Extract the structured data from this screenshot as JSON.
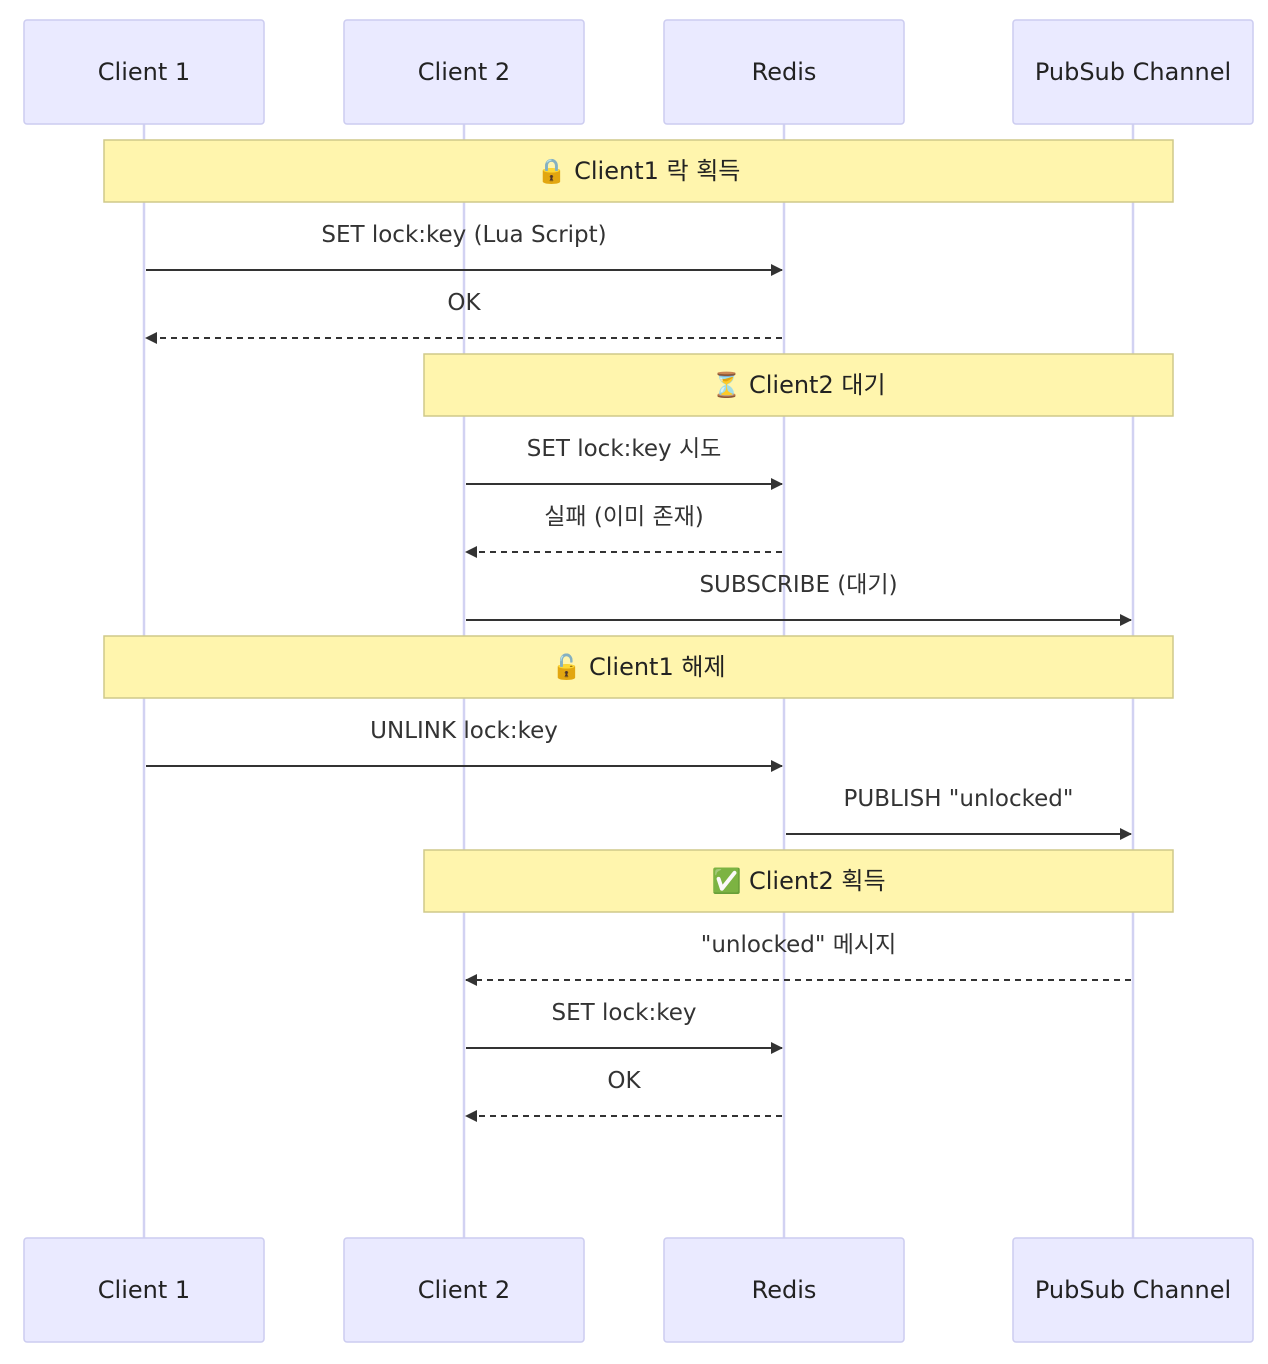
{
  "participants": [
    {
      "label": "Client 1"
    },
    {
      "label": "Client 2"
    },
    {
      "label": "Redis"
    },
    {
      "label": "PubSub Channel"
    }
  ],
  "notes": [
    {
      "icon": "lock-icon",
      "glyph": "🔒",
      "text": "Client1 락 획득",
      "from": 0,
      "to": 3
    },
    {
      "icon": "hourglass-icon",
      "glyph": "⏳",
      "text": "Client2 대기",
      "from": 1,
      "to": 3
    },
    {
      "icon": "unlock-icon",
      "glyph": "🔓",
      "text": "Client1 해제",
      "from": 0,
      "to": 3
    },
    {
      "icon": "check-icon",
      "glyph": "✅",
      "text": "Client2 획득",
      "from": 1,
      "to": 3
    }
  ],
  "messages": [
    {
      "from": 0,
      "to": 2,
      "text": "SET lock:key (Lua Script)",
      "style": "solid"
    },
    {
      "from": 2,
      "to": 0,
      "text": "OK",
      "style": "dashed"
    },
    {
      "from": 1,
      "to": 2,
      "text": "SET lock:key 시도",
      "style": "solid"
    },
    {
      "from": 2,
      "to": 1,
      "text": "실패 (이미 존재)",
      "style": "dashed"
    },
    {
      "from": 1,
      "to": 3,
      "text": "SUBSCRIBE (대기)",
      "style": "solid"
    },
    {
      "from": 0,
      "to": 2,
      "text": "UNLINK lock:key",
      "style": "solid"
    },
    {
      "from": 2,
      "to": 3,
      "text": "PUBLISH \"unlocked\"",
      "style": "solid"
    },
    {
      "from": 3,
      "to": 1,
      "text": "\"unlocked\" 메시지",
      "style": "dashed"
    },
    {
      "from": 1,
      "to": 2,
      "text": "SET lock:key",
      "style": "solid"
    },
    {
      "from": 2,
      "to": 1,
      "text": "OK",
      "style": "dashed"
    }
  ],
  "sequence": [
    {
      "kind": "note",
      "index": 0
    },
    {
      "kind": "message",
      "index": 0
    },
    {
      "kind": "message",
      "index": 1
    },
    {
      "kind": "note",
      "index": 1
    },
    {
      "kind": "message",
      "index": 2
    },
    {
      "kind": "message",
      "index": 3
    },
    {
      "kind": "message",
      "index": 4
    },
    {
      "kind": "note",
      "index": 2
    },
    {
      "kind": "message",
      "index": 5
    },
    {
      "kind": "message",
      "index": 6
    },
    {
      "kind": "note",
      "index": 3
    },
    {
      "kind": "message",
      "index": 7
    },
    {
      "kind": "message",
      "index": 8
    },
    {
      "kind": "message",
      "index": 9
    }
  ],
  "colors": {
    "actor_fill": "#eaeaff",
    "actor_stroke": "#ccccf0",
    "lifeline": "#d2d2f2",
    "note_fill": "#fff5ad",
    "note_stroke": "#cfc98a",
    "arrow": "#333333"
  }
}
